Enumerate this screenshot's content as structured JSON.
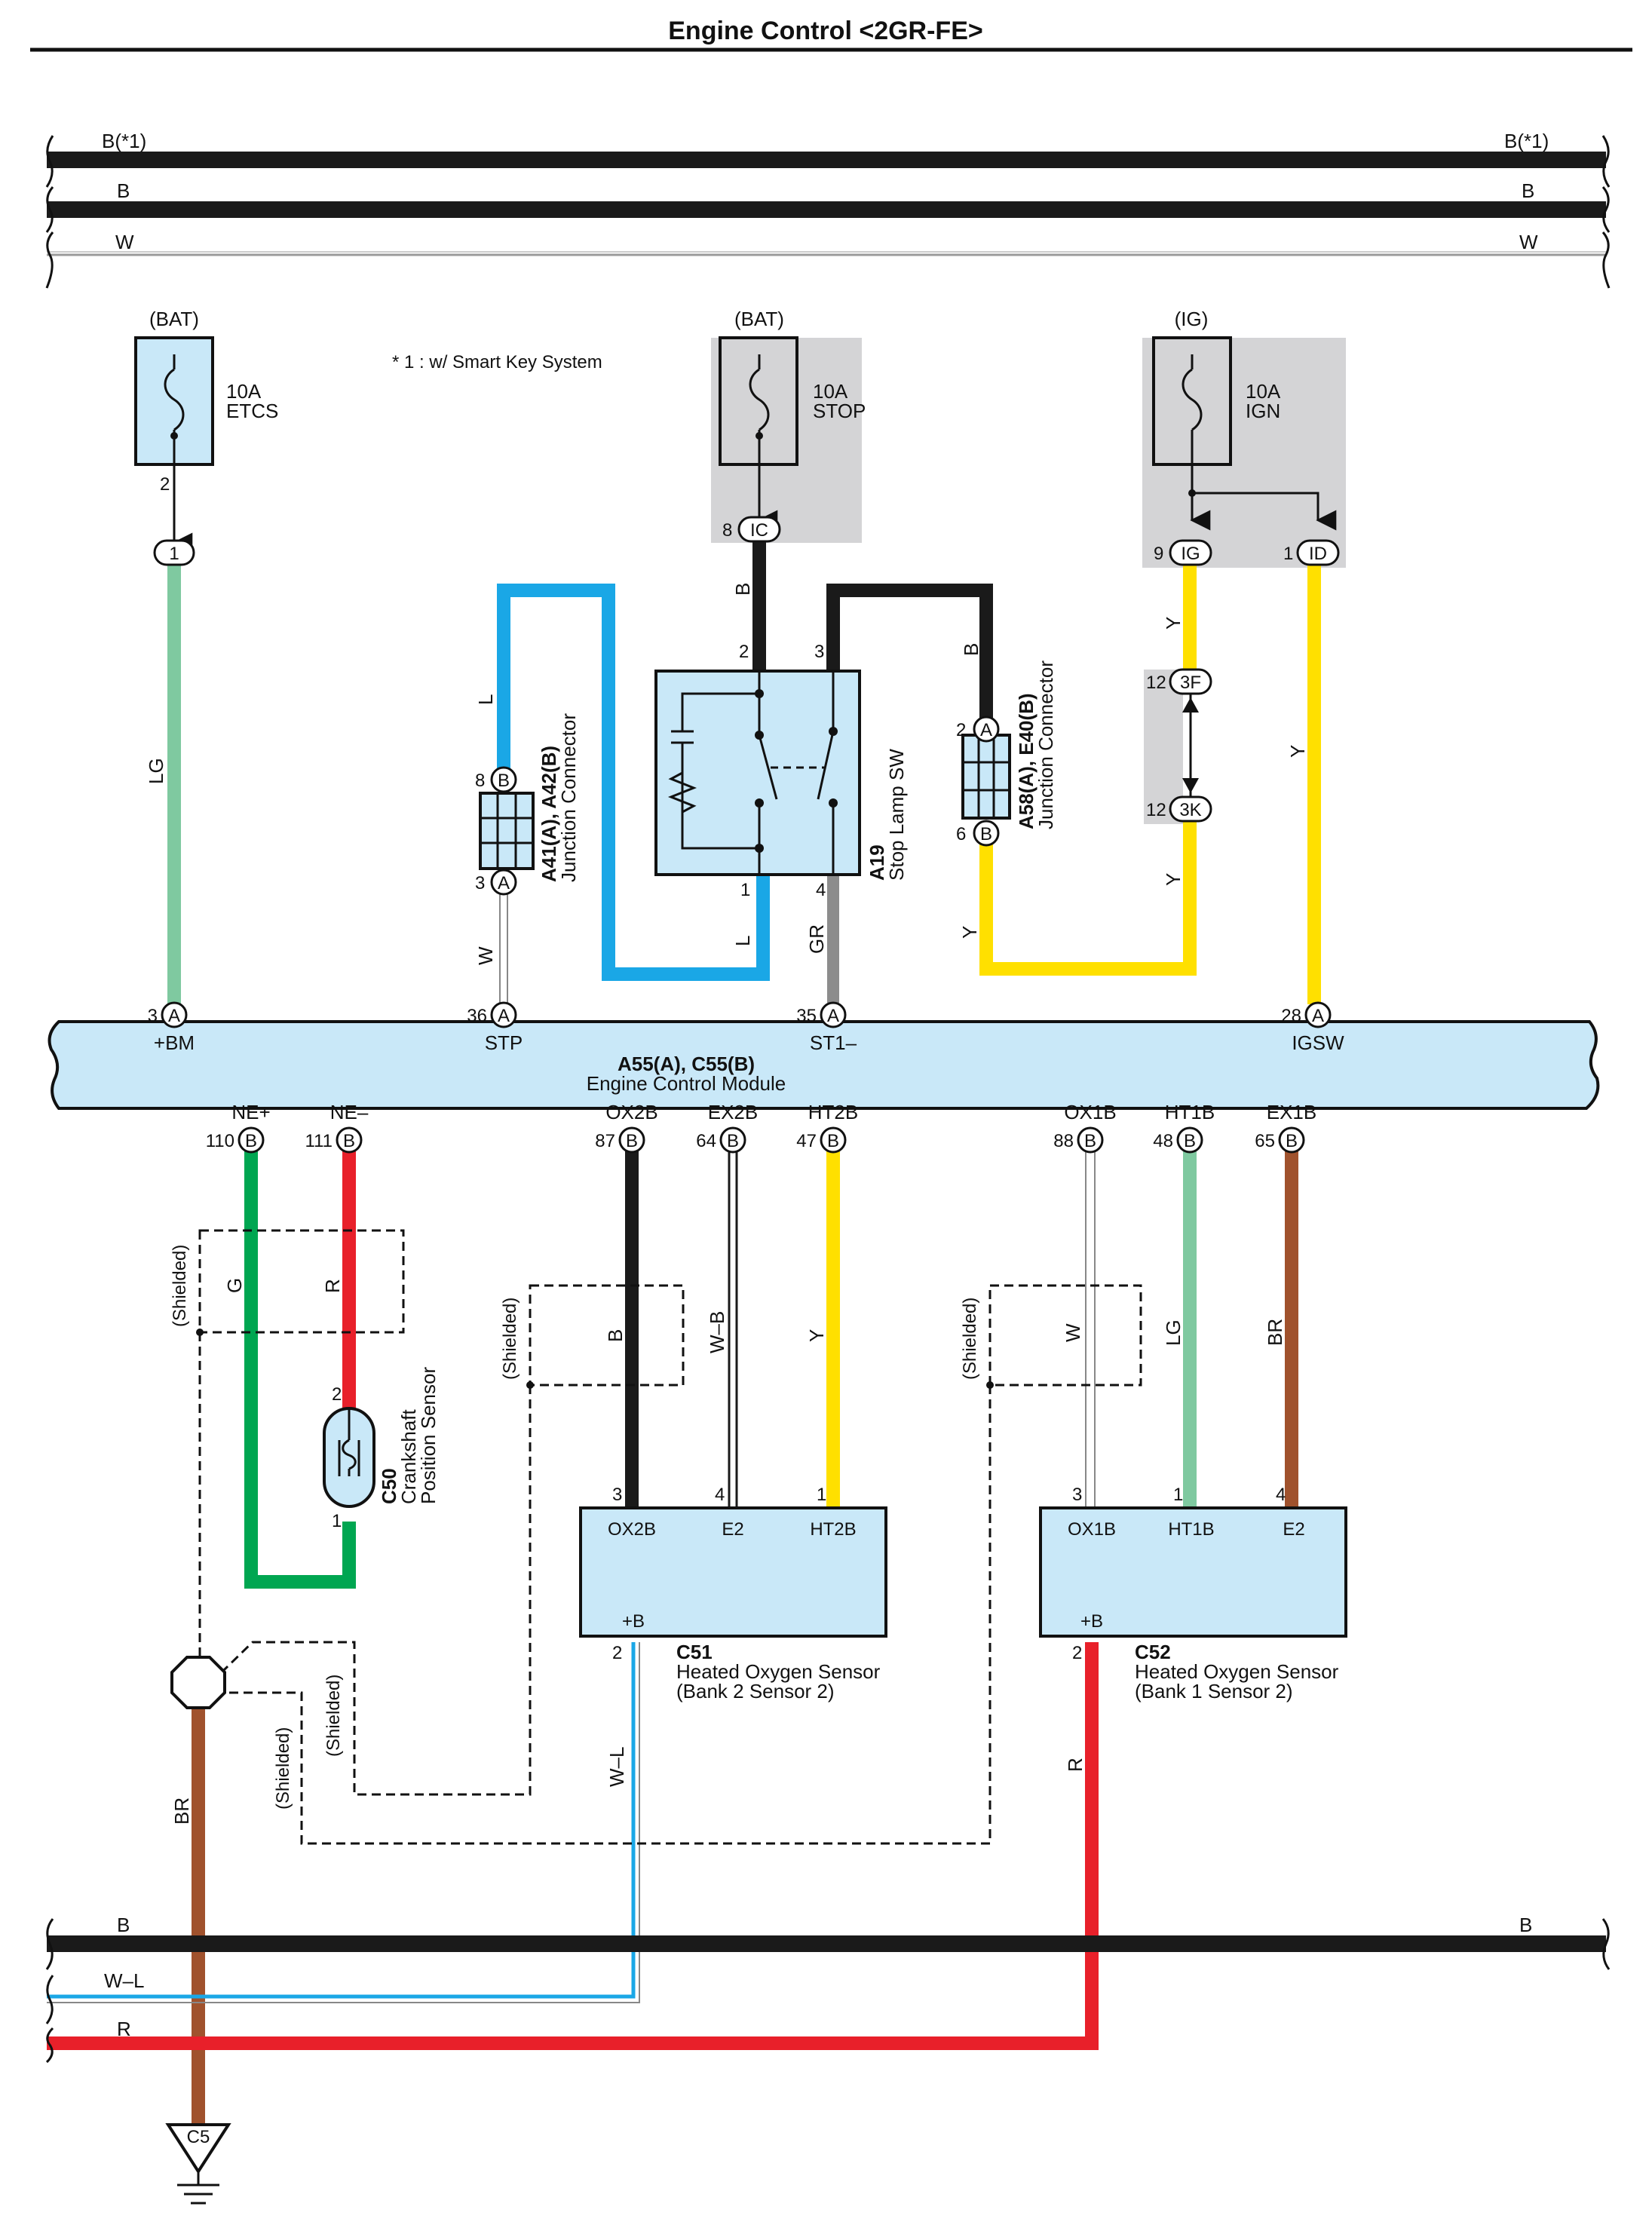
{
  "title": "Engine Control <2GR-FE>",
  "note": "* 1 : w/ Smart Key System",
  "top_bus": {
    "b_star_left": "B(*1)",
    "b_star_right": "B(*1)",
    "b_left": "B",
    "b_right": "B",
    "w_left": "W",
    "w_right": "W"
  },
  "bottom_bus": {
    "b_left": "B",
    "b_right": "B",
    "wl": "W–L",
    "r": "R"
  },
  "fuses": {
    "etcs": {
      "source": "(BAT)",
      "amp": "10A",
      "name": "ETCS",
      "pin": "2"
    },
    "stop": {
      "source": "(BAT)",
      "amp": "10A",
      "name": "STOP"
    },
    "ign": {
      "source": "(IG)",
      "amp": "10A",
      "name": "IGN"
    }
  },
  "connectors": {
    "c1": "1",
    "ic": "IC",
    "ic_pin": "8",
    "ig": "IG",
    "ig_pin": "9",
    "id": "ID",
    "id_pin": "1",
    "3f": "3F",
    "3f_pin": "12",
    "3k": "3K",
    "3k_pin": "12"
  },
  "junction_a41": {
    "id": "A41(A), A42(B)",
    "name": "Junction Connector",
    "top_pin": "8",
    "top_letter": "B",
    "bot_pin": "3",
    "bot_letter": "A"
  },
  "junction_a58": {
    "id": "A58(A), E40(B)",
    "name": "Junction Connector",
    "top_pin": "2",
    "top_letter": "A",
    "bot_pin": "6",
    "bot_letter": "B"
  },
  "stop_lamp_sw": {
    "id": "A19",
    "name": "Stop Lamp SW",
    "p2": "2",
    "p3": "3",
    "p1": "1",
    "p4": "4"
  },
  "wire_colors": {
    "lg": "LG",
    "l": "L",
    "w": "W",
    "l2": "L",
    "gr": "GR",
    "b_ic": "B",
    "b_sw": "B",
    "y_ig": "Y",
    "y_id": "Y",
    "y_3k": "Y",
    "y_a58": "Y",
    "g": "G",
    "r_ne": "R",
    "b_ox2": "B",
    "wb": "W–B",
    "y_ht2": "Y",
    "w_ox1": "W",
    "lg_ht1": "LG",
    "br_ex1": "BR",
    "br_gnd": "BR",
    "wl": "W–L",
    "r_b": "R"
  },
  "ecm": {
    "id": "A55(A), C55(B)",
    "name": "Engine Control Module",
    "top_pins": [
      {
        "label": "+BM",
        "num": "3",
        "letter": "A"
      },
      {
        "label": "STP",
        "num": "36",
        "letter": "A"
      },
      {
        "label": "ST1–",
        "num": "35",
        "letter": "A"
      },
      {
        "label": "IGSW",
        "num": "28",
        "letter": "A"
      }
    ],
    "bottom_pins": [
      {
        "label": "NE+",
        "num": "110",
        "letter": "B"
      },
      {
        "label": "NE–",
        "num": "111",
        "letter": "B"
      },
      {
        "label": "OX2B",
        "num": "87",
        "letter": "B"
      },
      {
        "label": "EX2B",
        "num": "64",
        "letter": "B"
      },
      {
        "label": "HT2B",
        "num": "47",
        "letter": "B"
      },
      {
        "label": "OX1B",
        "num": "88",
        "letter": "B"
      },
      {
        "label": "HT1B",
        "num": "48",
        "letter": "B"
      },
      {
        "label": "EX1B",
        "num": "65",
        "letter": "B"
      }
    ]
  },
  "crank": {
    "id": "C50",
    "name1": "Crankshaft",
    "name2": "Position Sensor",
    "pin_top": "2",
    "pin_bot": "1"
  },
  "c51": {
    "id": "C51",
    "name": "Heated Oxygen Sensor",
    "sub": "(Bank 2 Sensor 2)",
    "t1": "OX2B",
    "t2": "E2",
    "t3": "HT2B",
    "p1": "3",
    "p2": "4",
    "p3": "1",
    "plus": "+B",
    "pplus": "2"
  },
  "c52": {
    "id": "C52",
    "name": "Heated Oxygen Sensor",
    "sub": "(Bank 1 Sensor 2)",
    "t1": "OX1B",
    "t2": "HT1B",
    "t3": "E2",
    "p1": "3",
    "p2": "1",
    "p3": "4",
    "plus": "+B",
    "pplus": "2"
  },
  "shielded": "(Shielded)",
  "ground": "C5",
  "colors": {
    "black": "#1a1a1a",
    "blue": "#1aa7e6",
    "yellow": "#ffe000",
    "lgreen": "#7fc9a0",
    "green": "#00a651",
    "red": "#e8202a",
    "brown": "#a0522d",
    "gray": "#8c8c8c",
    "module": "#c9e8f8",
    "shade": "#d4d4d6"
  }
}
